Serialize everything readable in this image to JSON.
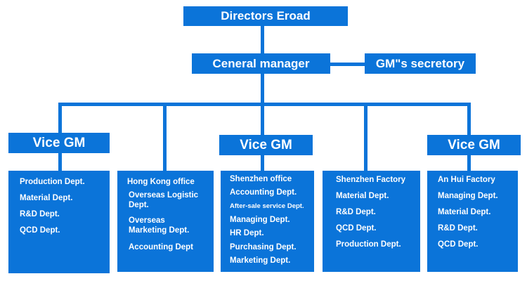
{
  "chart": {
    "top": "Directors Eroad",
    "gm": "Ceneral manager",
    "secretary": "GM\"s secretory",
    "vice_gms": [
      "Vice GM",
      "Vice GM",
      "Vice GM"
    ],
    "departments": [
      [
        "Production Dept.",
        "Material Dept.",
        "R&D Dept.",
        "QCD Dept."
      ],
      [
        "Hong Kong office",
        "Overseas Logistic Dept.",
        "Overseas Marketing Dept.",
        "Accounting Dept"
      ],
      [
        "Shenzhen office",
        "Accounting Dept.",
        "After-sale service Dept.",
        "Managing Dept.",
        "HR Dept.",
        "Purchasing Dept.",
        "Marketing Dept."
      ],
      [
        "Shenzhen Factory",
        "Material Dept.",
        "R&D Dept.",
        "QCD Dept.",
        "Production Dept."
      ],
      [
        "An Hui Factory",
        "Managing Dept.",
        "Material Dept.",
        "R&D Dept.",
        "QCD Dept."
      ]
    ]
  },
  "colors": {
    "box": "#0b74d9",
    "text": "#ffffff",
    "background": "#ffffff"
  }
}
